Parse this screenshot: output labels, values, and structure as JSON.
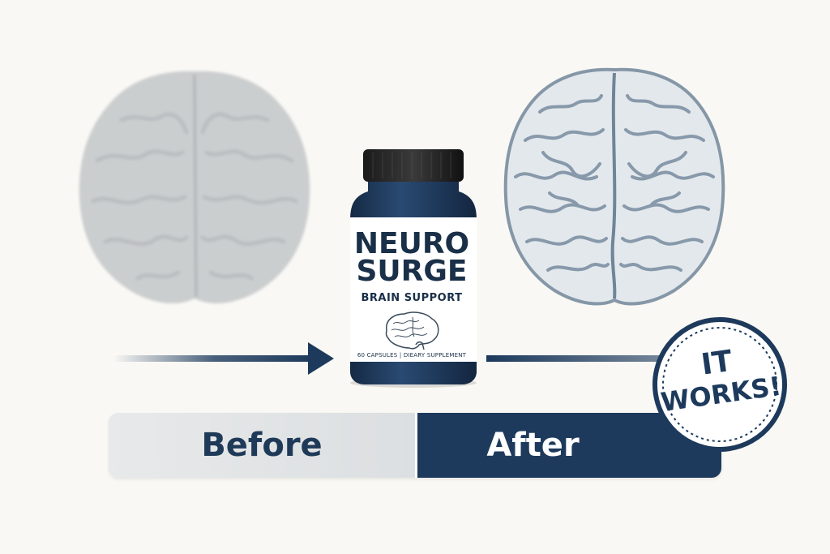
{
  "product": {
    "brand_line1": "NEURO",
    "brand_line2": "SURGE",
    "subtitle": "BRAIN SUPPORT",
    "capsule_info": "60 CAPSULES | DIEARY SUPPLEMENT"
  },
  "comparison": {
    "before_label": "Before",
    "after_label": "After"
  },
  "stamp": {
    "line1": "IT",
    "line2": "WORKS!"
  },
  "colors": {
    "background": "#f9f8f4",
    "navy": "#1d3a5c",
    "before_bar": "#e2e4e6",
    "brain_before": "#c9cccd",
    "brain_after": "#dfe5ea"
  },
  "icons": {
    "brain_before": "brain-icon",
    "brain_after": "brain-icon",
    "label_brain": "brain-icon",
    "arrow_left": "arrow-right-icon",
    "arrow_right": "arrow-right-icon"
  }
}
